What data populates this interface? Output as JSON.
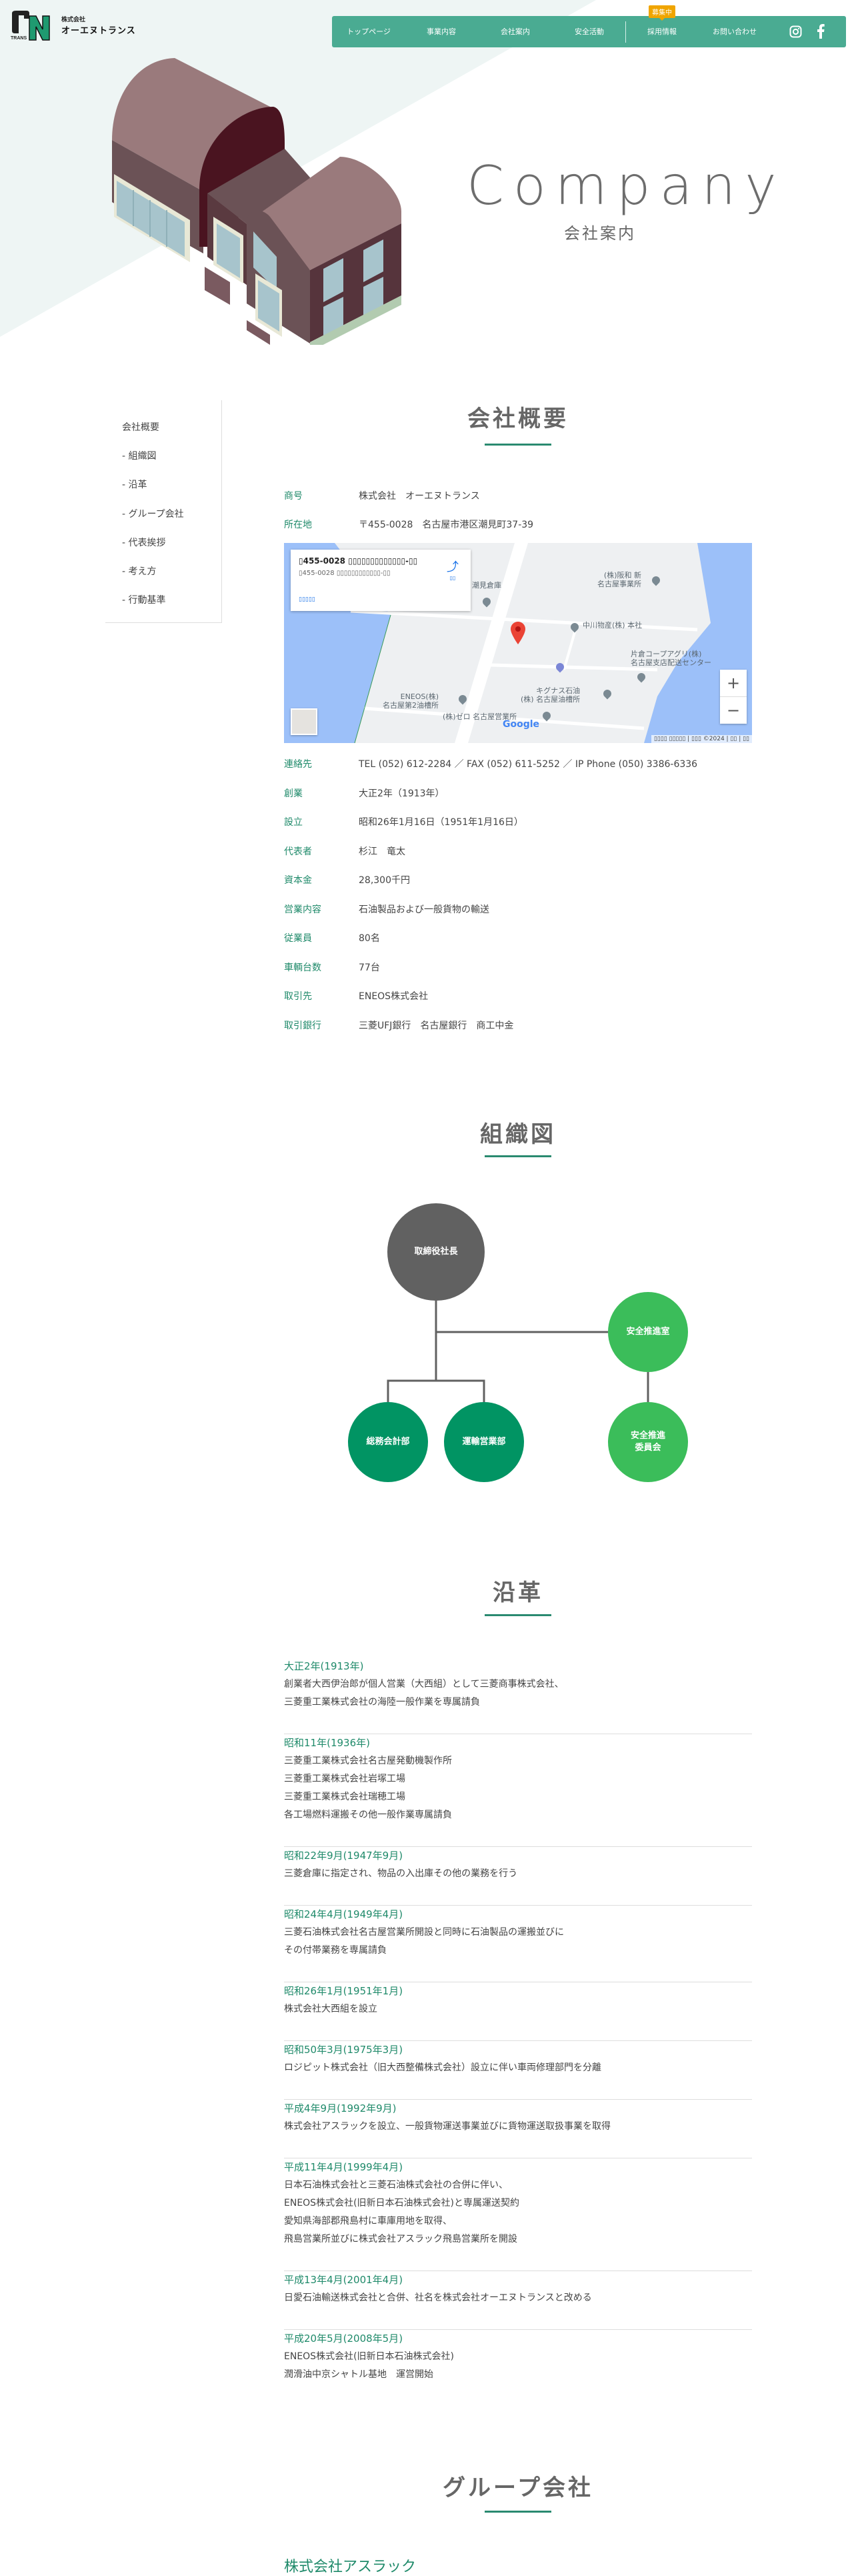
{
  "header": {
    "logo_text_small": "株式会社",
    "logo_text": "オーエヌトランス",
    "logo_mark": "ON TRANS",
    "nav": [
      "トップページ",
      "事業内容",
      "会社案内",
      "安全活動",
      "採用情報",
      "お問い合わせ"
    ],
    "recruit_badge": "募集中",
    "social": [
      "instagram-icon",
      "facebook-icon"
    ],
    "accent_color": "#4aab92"
  },
  "hero": {
    "title": "Company",
    "subtitle": "会社案内"
  },
  "sidebar": {
    "items": [
      "会社概要",
      "- 組織図",
      "- 沿革",
      "- グループ会社",
      "- 代表挨拶",
      "- 考え方",
      "- 行動基準"
    ]
  },
  "overview": {
    "title": "会社概要",
    "rows_top": [
      {
        "label": "商号",
        "value": "株式会社　オーエヌトランス"
      },
      {
        "label": "所在地",
        "value": "〒455-0028　名古屋市港区潮見町37-39"
      }
    ],
    "map": {
      "card_title": "▯455-0028 ▯▯▯▯▯▯▯▯▯▯▯▯▯-▯▯",
      "card_sub": "▯455-0028 ▯▯▯▯▯▯▯▯▯▯▯▯-▯▯",
      "card_link": "▯▯▯▯▯",
      "card_dir": "▯▯",
      "labels": [
        "潮見倉庫",
        "(株)阪和 新\n名古屋事業所",
        "中川物産(株) 本社",
        "片倉コープアグリ(株)\n名古屋支店配送センター",
        "キグナス石油\n(株) 名古屋油槽所",
        "ENEOS(株)\n名古屋第2油槽所",
        "(株)ゼロ 名古屋営業所"
      ],
      "google": "Google",
      "attribution": "▯▯▯▯ ▯▯▯▯▯ | ▯▯▯ ©2024 | ▯▯ | ▯▯",
      "zoom_in": "+",
      "zoom_out": "−"
    },
    "rows": [
      {
        "label": "連絡先",
        "value": "TEL (052) 612-2284 ／ FAX (052) 611-5252 ／ IP Phone (050) 3386-6336"
      },
      {
        "label": "創業",
        "value": "大正2年（1913年）"
      },
      {
        "label": "設立",
        "value": "昭和26年1月16日（1951年1月16日）"
      },
      {
        "label": "代表者",
        "value": "杉江　竜太"
      },
      {
        "label": "資本金",
        "value": "28,300千円"
      },
      {
        "label": "営業内容",
        "value": "石油製品および一般貨物の輸送"
      },
      {
        "label": "従業員",
        "value": "80名"
      },
      {
        "label": "車輌台数",
        "value": "77台"
      },
      {
        "label": "取引先",
        "value": "ENEOS株式会社"
      },
      {
        "label": "取引銀行",
        "value": "三菱UFJ銀行　名古屋銀行　商工中金"
      }
    ]
  },
  "org": {
    "title": "組織図",
    "president": "取締役社長",
    "depts": [
      "総務会計部",
      "運輸営業部"
    ],
    "safety_office": "安全推進室",
    "safety_committee": "安全推進\n委員会",
    "colors": {
      "president": "#616161",
      "dept": "#019463",
      "safety": "#3bbd5a"
    }
  },
  "history": {
    "title": "沿革",
    "items": [
      {
        "date": "大正2年(1913年)",
        "lines": [
          "創業者大西伊治郎が個人営業（大西組）として三菱商事株式会社、",
          "三菱重工業株式会社の海陸一般作業を専属請負"
        ]
      },
      {
        "date": "昭和11年(1936年)",
        "lines": [
          "三菱重工業株式会社名古屋発動機製作所",
          "三菱重工業株式会社岩塚工場",
          "三菱重工業株式会社瑞穂工場",
          "各工場燃料運搬その他一般作業専属請負"
        ]
      },
      {
        "date": "昭和22年9月(1947年9月)",
        "lines": [
          "三菱倉庫に指定され、物品の入出庫その他の業務を行う"
        ]
      },
      {
        "date": "昭和24年4月(1949年4月)",
        "lines": [
          "三菱石油株式会社名古屋営業所開設と同時に石油製品の運搬並びに",
          "その付帯業務を専属請負"
        ]
      },
      {
        "date": "昭和26年1月(1951年1月)",
        "lines": [
          "株式会社大西組を設立"
        ]
      },
      {
        "date": "昭和50年3月(1975年3月)",
        "lines": [
          "ロジピット株式会社（旧大西整備株式会社）設立に伴い車両修理部門を分離"
        ]
      },
      {
        "date": "平成4年9月(1992年9月)",
        "lines": [
          "株式会社アスラックを設立、一般貨物運送事業並びに貨物運送取扱事業を取得"
        ]
      },
      {
        "date": "平成11年4月(1999年4月)",
        "lines": [
          "日本石油株式会社と三菱石油株式会社の合併に伴い、",
          "ENEOS株式会社(旧新日本石油株式会社)と専属運送契約",
          "愛知県海部郡飛島村に車庫用地を取得、",
          "飛島営業所並びに株式会社アスラック飛島営業所を開設"
        ]
      },
      {
        "date": "平成13年4月(2001年4月)",
        "lines": [
          "日愛石油輸送株式会社と合併、社名を株式会社オーエヌトランスと改める"
        ]
      },
      {
        "date": "平成20年5月(2008年5月)",
        "lines": [
          "ENEOS株式会社(旧新日本石油株式会社)",
          "潤滑油中京シャトル基地　運営開始"
        ]
      }
    ]
  },
  "group": {
    "title": "グループ会社",
    "companies": [
      "株式会社アスラック"
    ]
  }
}
